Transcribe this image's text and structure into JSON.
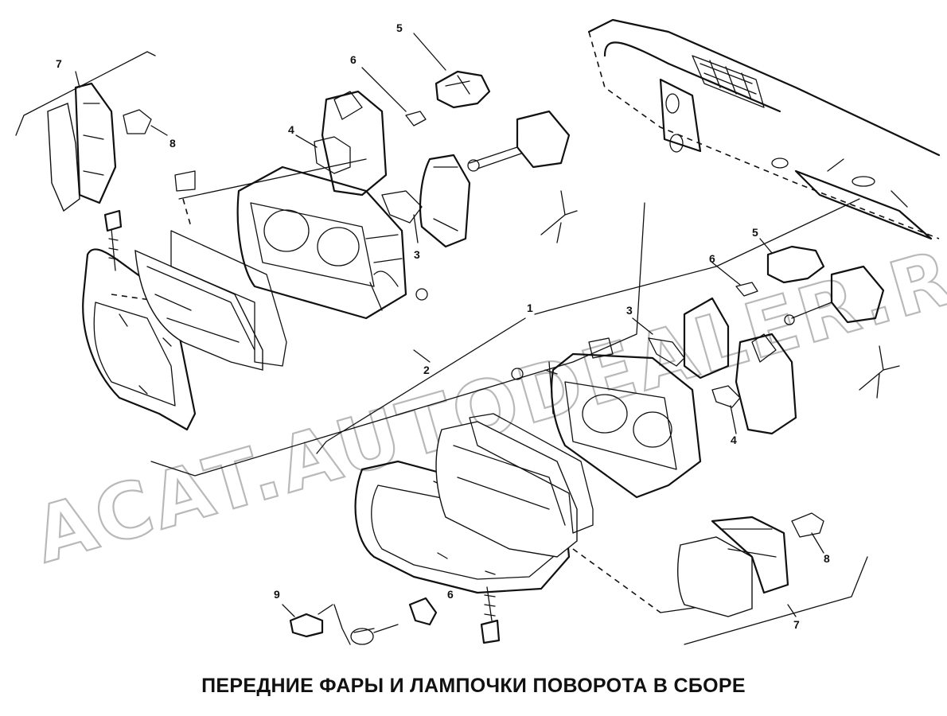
{
  "caption": "ПЕРЕДНИЕ ФАРЫ И ЛАМПОЧКИ ПОВОРОТА В СБОРЕ",
  "watermark": "ACAT.AUTODEALER.RU",
  "callouts": {
    "n1": "1",
    "n2": "2",
    "n3_left": "3",
    "n3_right": "3",
    "n4_left": "4",
    "n4_right": "4",
    "n5_left": "5",
    "n5_right": "5",
    "n6_left": "6",
    "n6_right": "6",
    "n6_bottom": "6",
    "n7_left": "7",
    "n7_right": "7",
    "n8_left": "8",
    "n8_right": "8",
    "n9": "9"
  }
}
